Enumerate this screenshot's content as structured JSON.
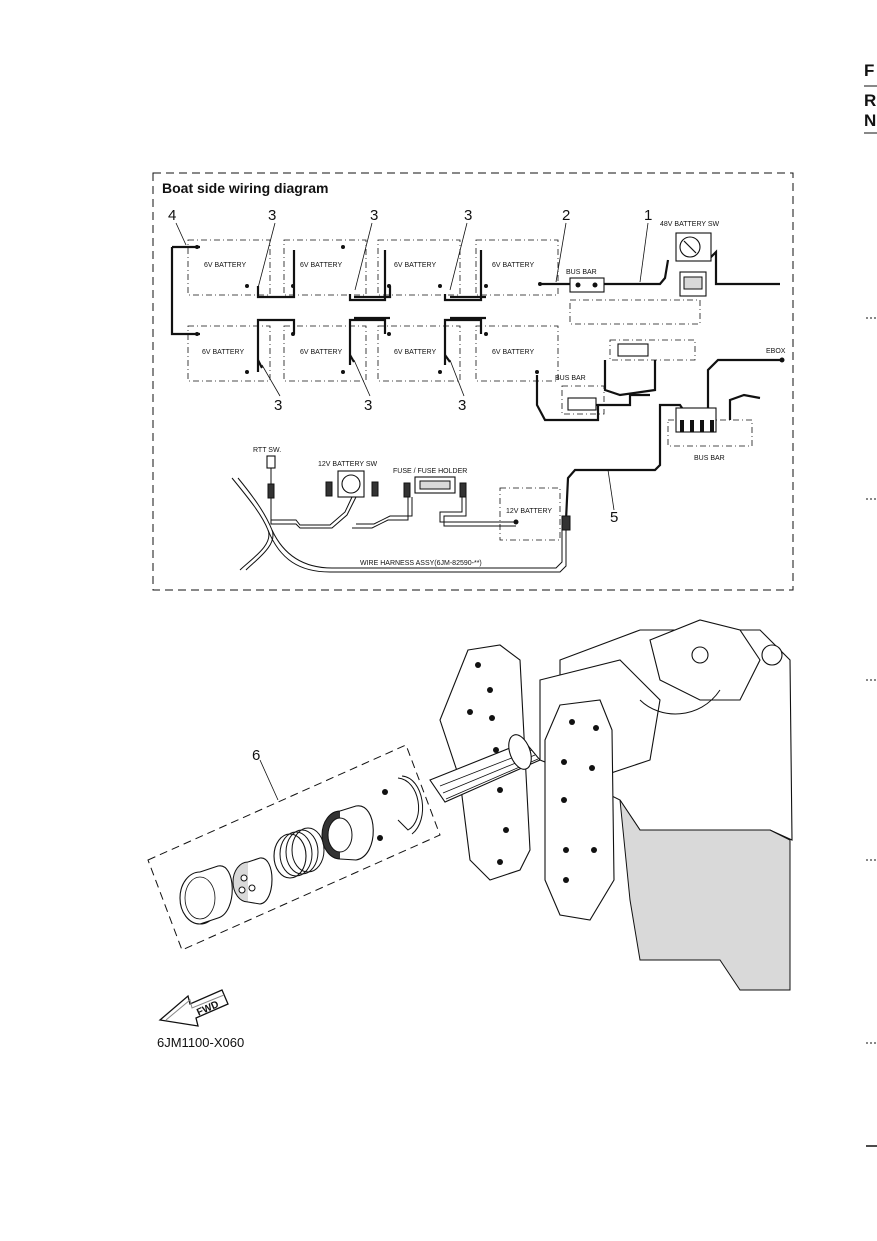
{
  "edge_letters": [
    "F",
    "R",
    "N"
  ],
  "diagram": {
    "title": "Boat side wiring diagram",
    "batteries": [
      "6V BATTERY",
      "6V BATTERY",
      "6V BATTERY",
      "6V BATTERY",
      "6V BATTERY",
      "6V BATTERY",
      "6V BATTERY",
      "6V BATTERY"
    ],
    "components": {
      "battery_switch_48v": "48V BATTERY SW",
      "bus_bar_top": "BUS BAR",
      "bus_bar_mid": "BUS BAR",
      "bus_bar_right": "BUS BAR",
      "ebox": "EBOX",
      "rtt_switch": "RTT SW.",
      "battery_switch_12v": "12V BATTERY SW",
      "fuse_holder": "FUSE / FUSE HOLDER",
      "battery_12v": "12V BATTERY",
      "wire_harness": "WIRE HARNESS ASSY(6JM-82590-**)"
    },
    "callouts": [
      "4",
      "3",
      "3",
      "3",
      "2",
      "1",
      "3",
      "3",
      "3",
      "5"
    ]
  },
  "assembly": {
    "callout": "6",
    "fwd_label": "FWD",
    "part_code": "6JM1100-X060"
  }
}
